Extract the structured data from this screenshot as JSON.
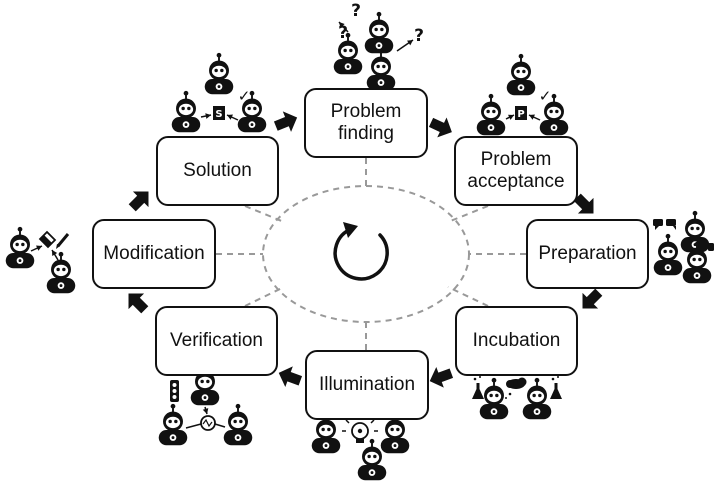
{
  "diagram": {
    "center_icon": "cycle-arrow-icon",
    "stages": [
      {
        "id": "problem-finding",
        "label": "Problem\nfinding",
        "icon_group": "questioning-robots"
      },
      {
        "id": "problem-acceptance",
        "label": "Problem\nacceptance",
        "icon_group": "robots-pointing-to-P-with-check"
      },
      {
        "id": "preparation",
        "label": "Preparation",
        "icon_group": "robots-chatting"
      },
      {
        "id": "incubation",
        "label": "Incubation",
        "icon_group": "robots-with-flasks-and-thought-cloud"
      },
      {
        "id": "illumination",
        "label": "Illumination",
        "icon_group": "robots-around-lightbulb"
      },
      {
        "id": "verification",
        "label": "Verification",
        "icon_group": "robots-with-traffic-light-and-magnifier"
      },
      {
        "id": "modification",
        "label": "Modification",
        "icon_group": "robots-with-pencil-and-eraser"
      },
      {
        "id": "solution",
        "label": "Solution",
        "icon_group": "robots-pointing-to-S-with-check"
      }
    ],
    "icon_text": {
      "question_mark": "?",
      "check_mark": "✓",
      "problem_badge": "P",
      "solution_badge": "S"
    }
  }
}
